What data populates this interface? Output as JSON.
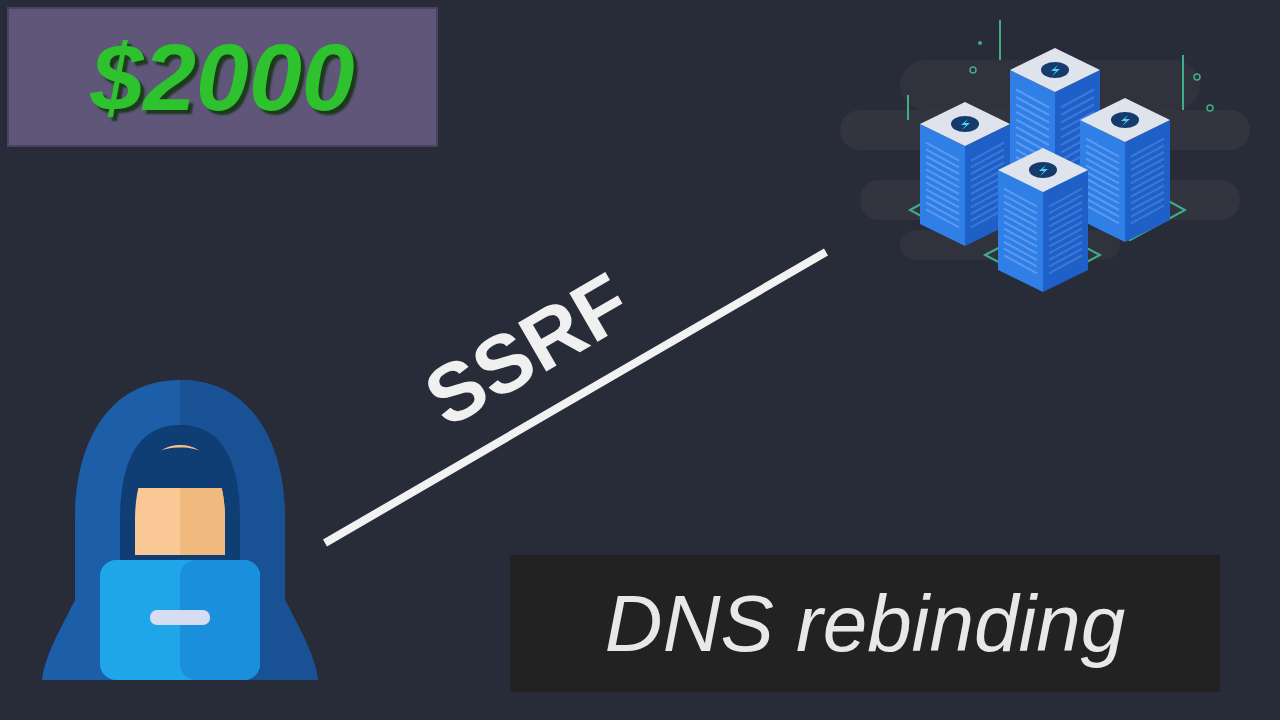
{
  "diagram": {
    "nodes": [
      {
        "text": [
          "$2000"
        ]
      },
      {
        "text": [
          "DNS rebinding"
        ]
      }
    ],
    "labels": [
      "SSRF"
    ]
  }
}
